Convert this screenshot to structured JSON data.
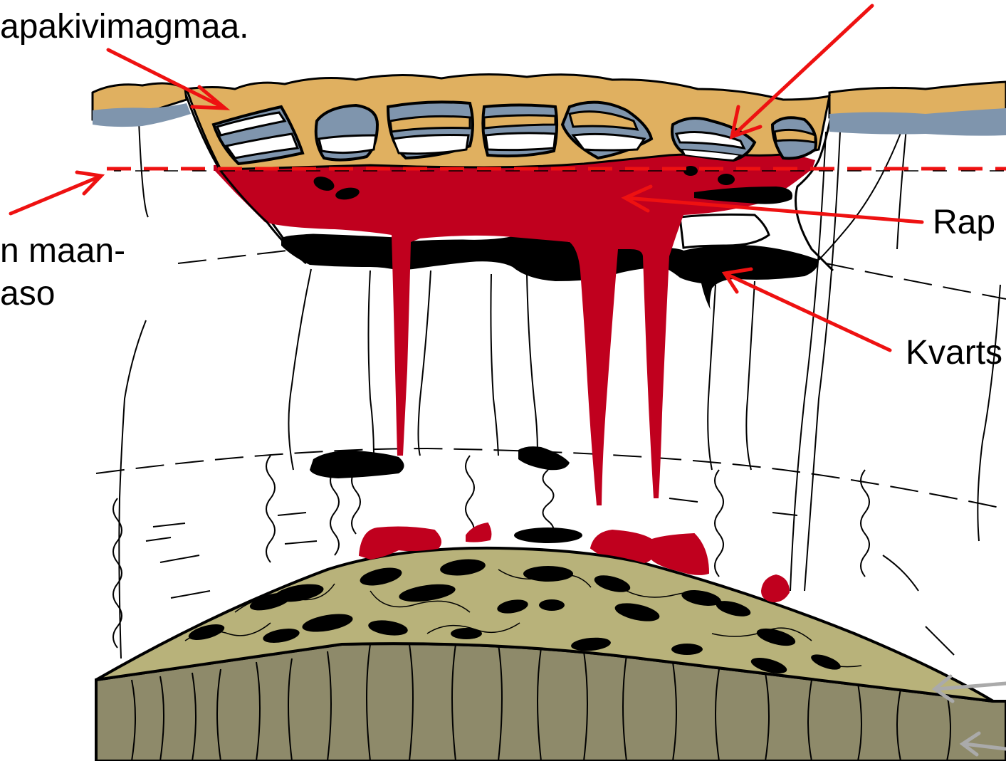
{
  "labels": {
    "top_left": "apakivimagmaa.",
    "left_line1": "n maan-",
    "left_line2": "aso",
    "right_upper": "Rap",
    "right_lower": "Kvarts"
  },
  "colors": {
    "arrow": "#ee1111",
    "arrow_gray": "#aaaaaa",
    "magma": "#c0001e",
    "sediment": "#e0b060",
    "bluestone": "#7f95ad",
    "mound": "#b8b27a",
    "basement": "#8e8a6a",
    "dark_rock": "#000000"
  }
}
